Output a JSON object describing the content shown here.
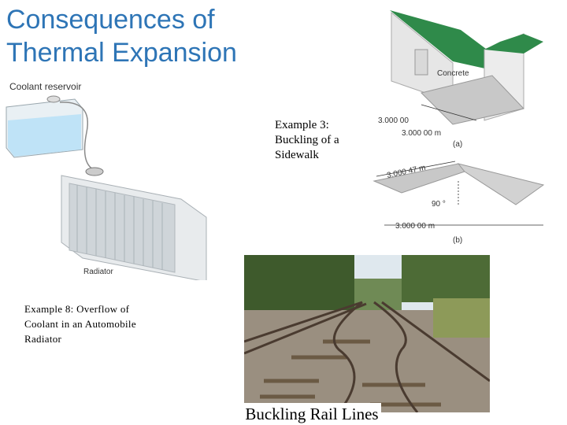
{
  "slide": {
    "title": "Consequences of Thermal Expansion",
    "caption_sidewalk": "Example 3:\nBuckling of a\nSidewalk",
    "caption_radiator": "Example 8: Overflow of\nCoolant in an Automobile\nRadiator",
    "rail_caption": "Buckling Rail Lines"
  },
  "radiator_figure": {
    "reservoir_label": "Coolant reservoir",
    "radiator_label": "Radiator"
  },
  "house_figure": {
    "concrete_label": "Concrete",
    "measure_upper": "3.000 00",
    "measure_lower": "3.000 00 m",
    "part_label": "(a)"
  },
  "buckled_figure": {
    "measure_diagonal": "3.000 47 m",
    "angle_label": "90 °",
    "measure_base": "3.000 00 m",
    "part_label": "(b)"
  },
  "colors": {
    "title": "#2e75b6",
    "roof_green": "#2f8a4a",
    "coolant_blue": "#bfe3f7",
    "concrete_gray": "#c8c8c8"
  }
}
